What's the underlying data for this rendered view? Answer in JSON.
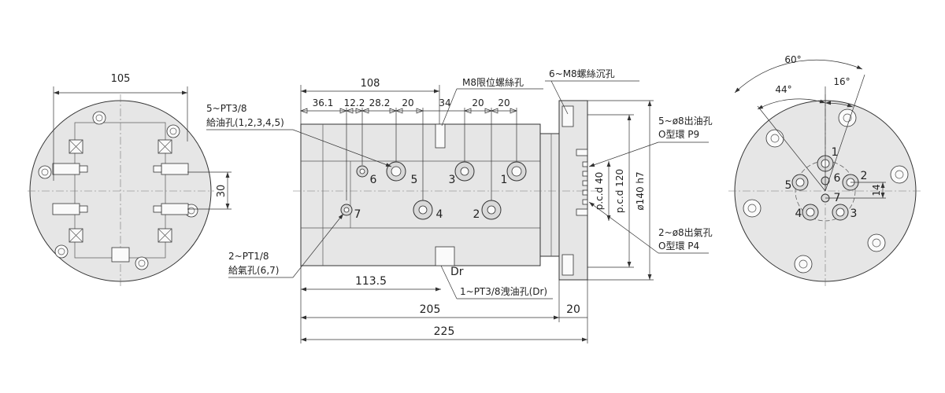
{
  "left_view": {
    "dim_width": "105",
    "dim_height": "30"
  },
  "side_view": {
    "dim_108": "108",
    "dim_36_1": "36.1",
    "dim_12_2": "12.2",
    "dim_28_2": "28.2",
    "dim_20_a": "20",
    "dim_34": "34",
    "dim_20_b": "20",
    "dim_20_c": "20",
    "dim_113_5": "113.5",
    "dim_205": "205",
    "dim_20_d": "20",
    "dim_225": "225",
    "dim_pcd40": "p.c.d 40",
    "dim_pcd120": "p.c.d 120",
    "dim_dia140": "ø140 h7",
    "label_m8_limit": "M8限位螺絲孔",
    "label_m8_counter": "6~M8螺絲沉孔",
    "label_pt38_qty": "5~PT3/8",
    "label_pt38_desc": "給油孔(1,2,3,4,5)",
    "label_pt18_qty": "2~PT1/8",
    "label_pt18_desc": "給氣孔(6,7)",
    "label_drain": "1~PT3/8洩油孔(Dr)",
    "label_dr": "Dr",
    "label_oil_out_a": "5~ø8出油孔",
    "label_oil_out_b": "O型環 P9",
    "label_air_out_a": "2~ø8出氣孔",
    "label_air_out_b": "O型環 P4",
    "port_1": "1",
    "port_2": "2",
    "port_3": "3",
    "port_4": "4",
    "port_5": "5",
    "port_6": "6",
    "port_7": "7"
  },
  "right_view": {
    "angle_60": "60°",
    "angle_44": "44°",
    "angle_16": "16°",
    "dim_14": "14",
    "port_1": "1",
    "port_2": "2",
    "port_3": "3",
    "port_4": "4",
    "port_5": "5",
    "port_6": "6",
    "port_7": "7"
  }
}
